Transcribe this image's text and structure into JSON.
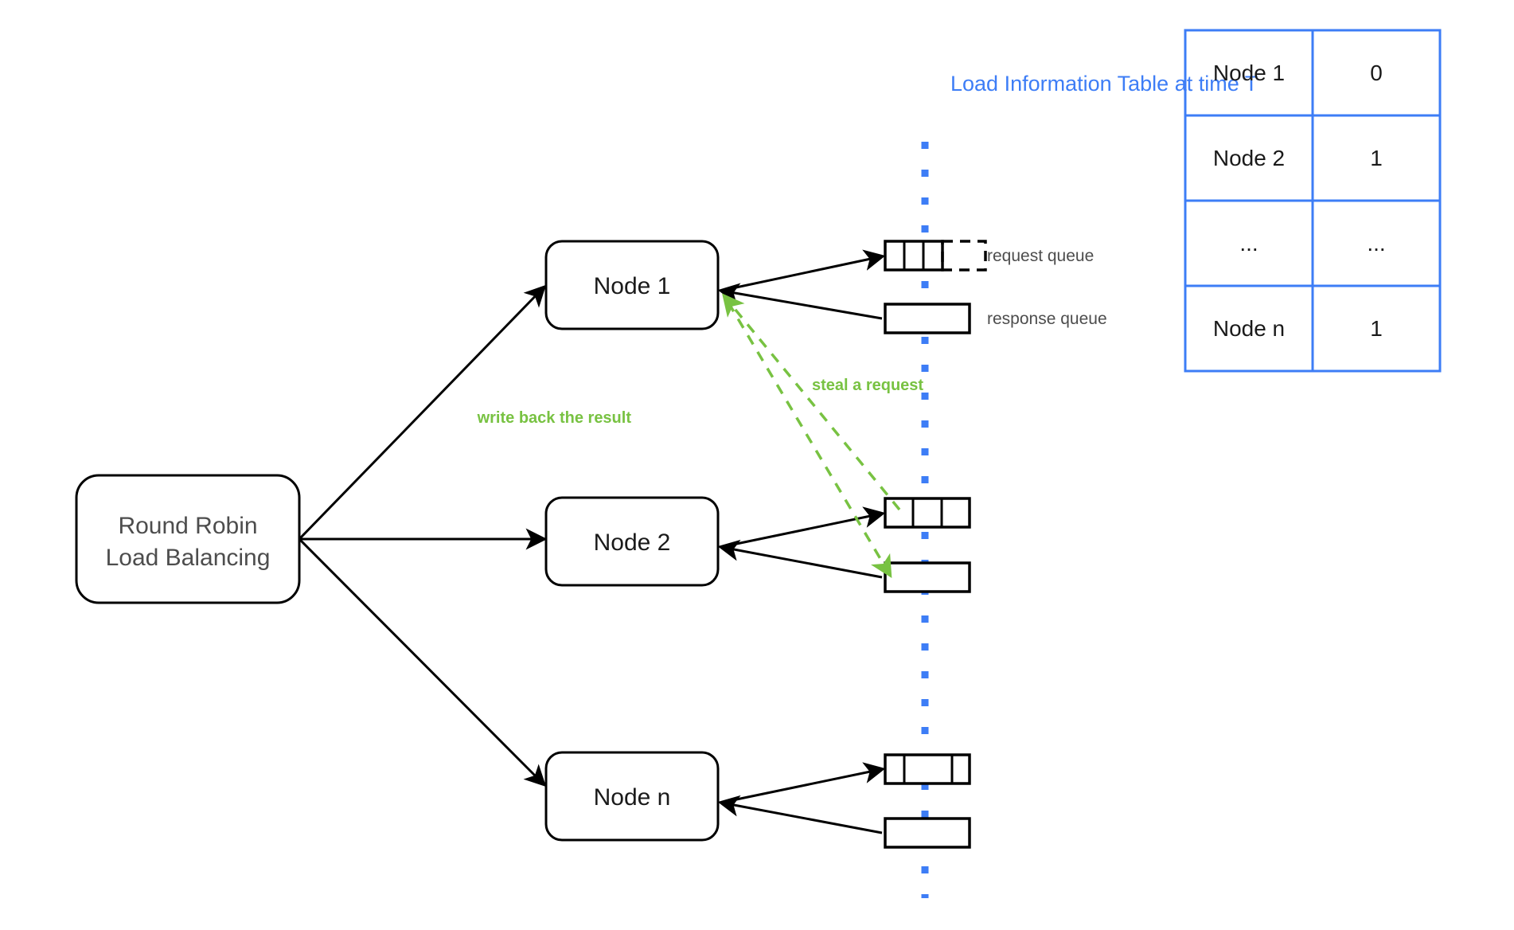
{
  "diagram": {
    "title": "Load Information Table at time T",
    "accent_blue": "#3d7df6",
    "accent_green": "#78c242",
    "load_balancer": {
      "line1": "Round Robin",
      "line2": "Load Balancing"
    },
    "nodes": [
      {
        "label": "Node 1",
        "request_cells": 3,
        "has_dashed_slot": true
      },
      {
        "label": "Node 2",
        "request_cells": 3,
        "has_dashed_slot": false
      },
      {
        "label": "Node n",
        "request_cells": 3,
        "has_dashed_slot": false
      }
    ],
    "queue_labels": {
      "request": "request queue",
      "response": "response queue"
    },
    "work_stealing": {
      "steal": "steal a request",
      "write_back": "write back the result"
    },
    "table": {
      "title": "Load Information Table at time T",
      "rows": [
        {
          "node": "Node 1",
          "load": "0"
        },
        {
          "node": "Node 2",
          "load": "1"
        },
        {
          "node": "...",
          "load": "..."
        },
        {
          "node": "Node n",
          "load": "1"
        }
      ]
    }
  }
}
